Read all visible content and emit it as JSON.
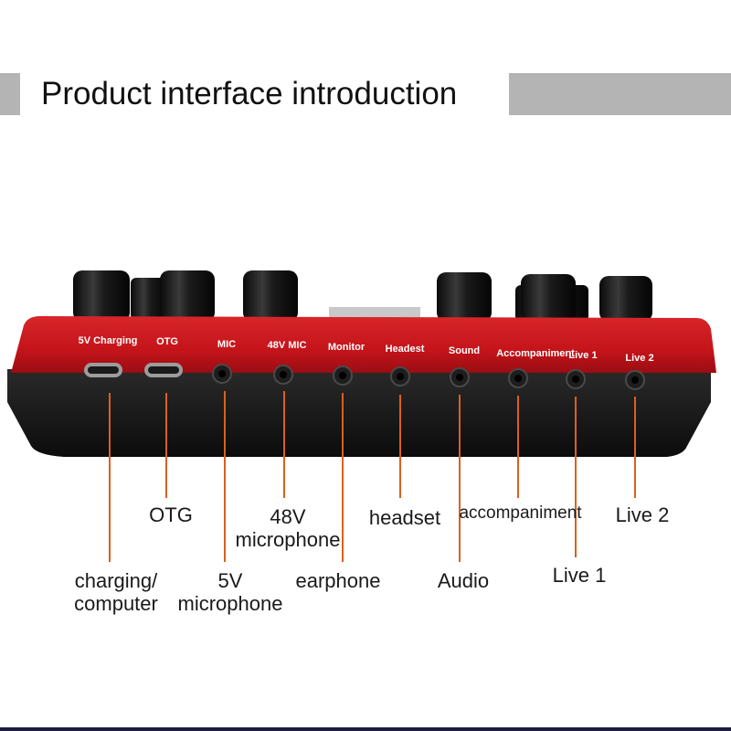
{
  "title": "Product interface introduction",
  "panel_labels": [
    "5V Charging",
    "OTG",
    "MIC",
    "48V MIC",
    "Monitor",
    "Headest",
    "Sound",
    "Accompaniment",
    "Live 1",
    "Live 2"
  ],
  "callouts": {
    "charging": [
      "charging/",
      "computer"
    ],
    "otg": "OTG",
    "mic5v": [
      "5V",
      "microphone"
    ],
    "mic48v": [
      "48V",
      "microphone"
    ],
    "earphone": "earphone",
    "headset": "headset",
    "audio": "Audio",
    "accompaniment": "accompaniment",
    "live1": "Live 1",
    "live2": "Live 2"
  },
  "colors": {
    "panel_red": "#c4141a",
    "body_black": "#151515",
    "header_bar": "#b4b4b4",
    "leader_line": "#d9611e"
  }
}
